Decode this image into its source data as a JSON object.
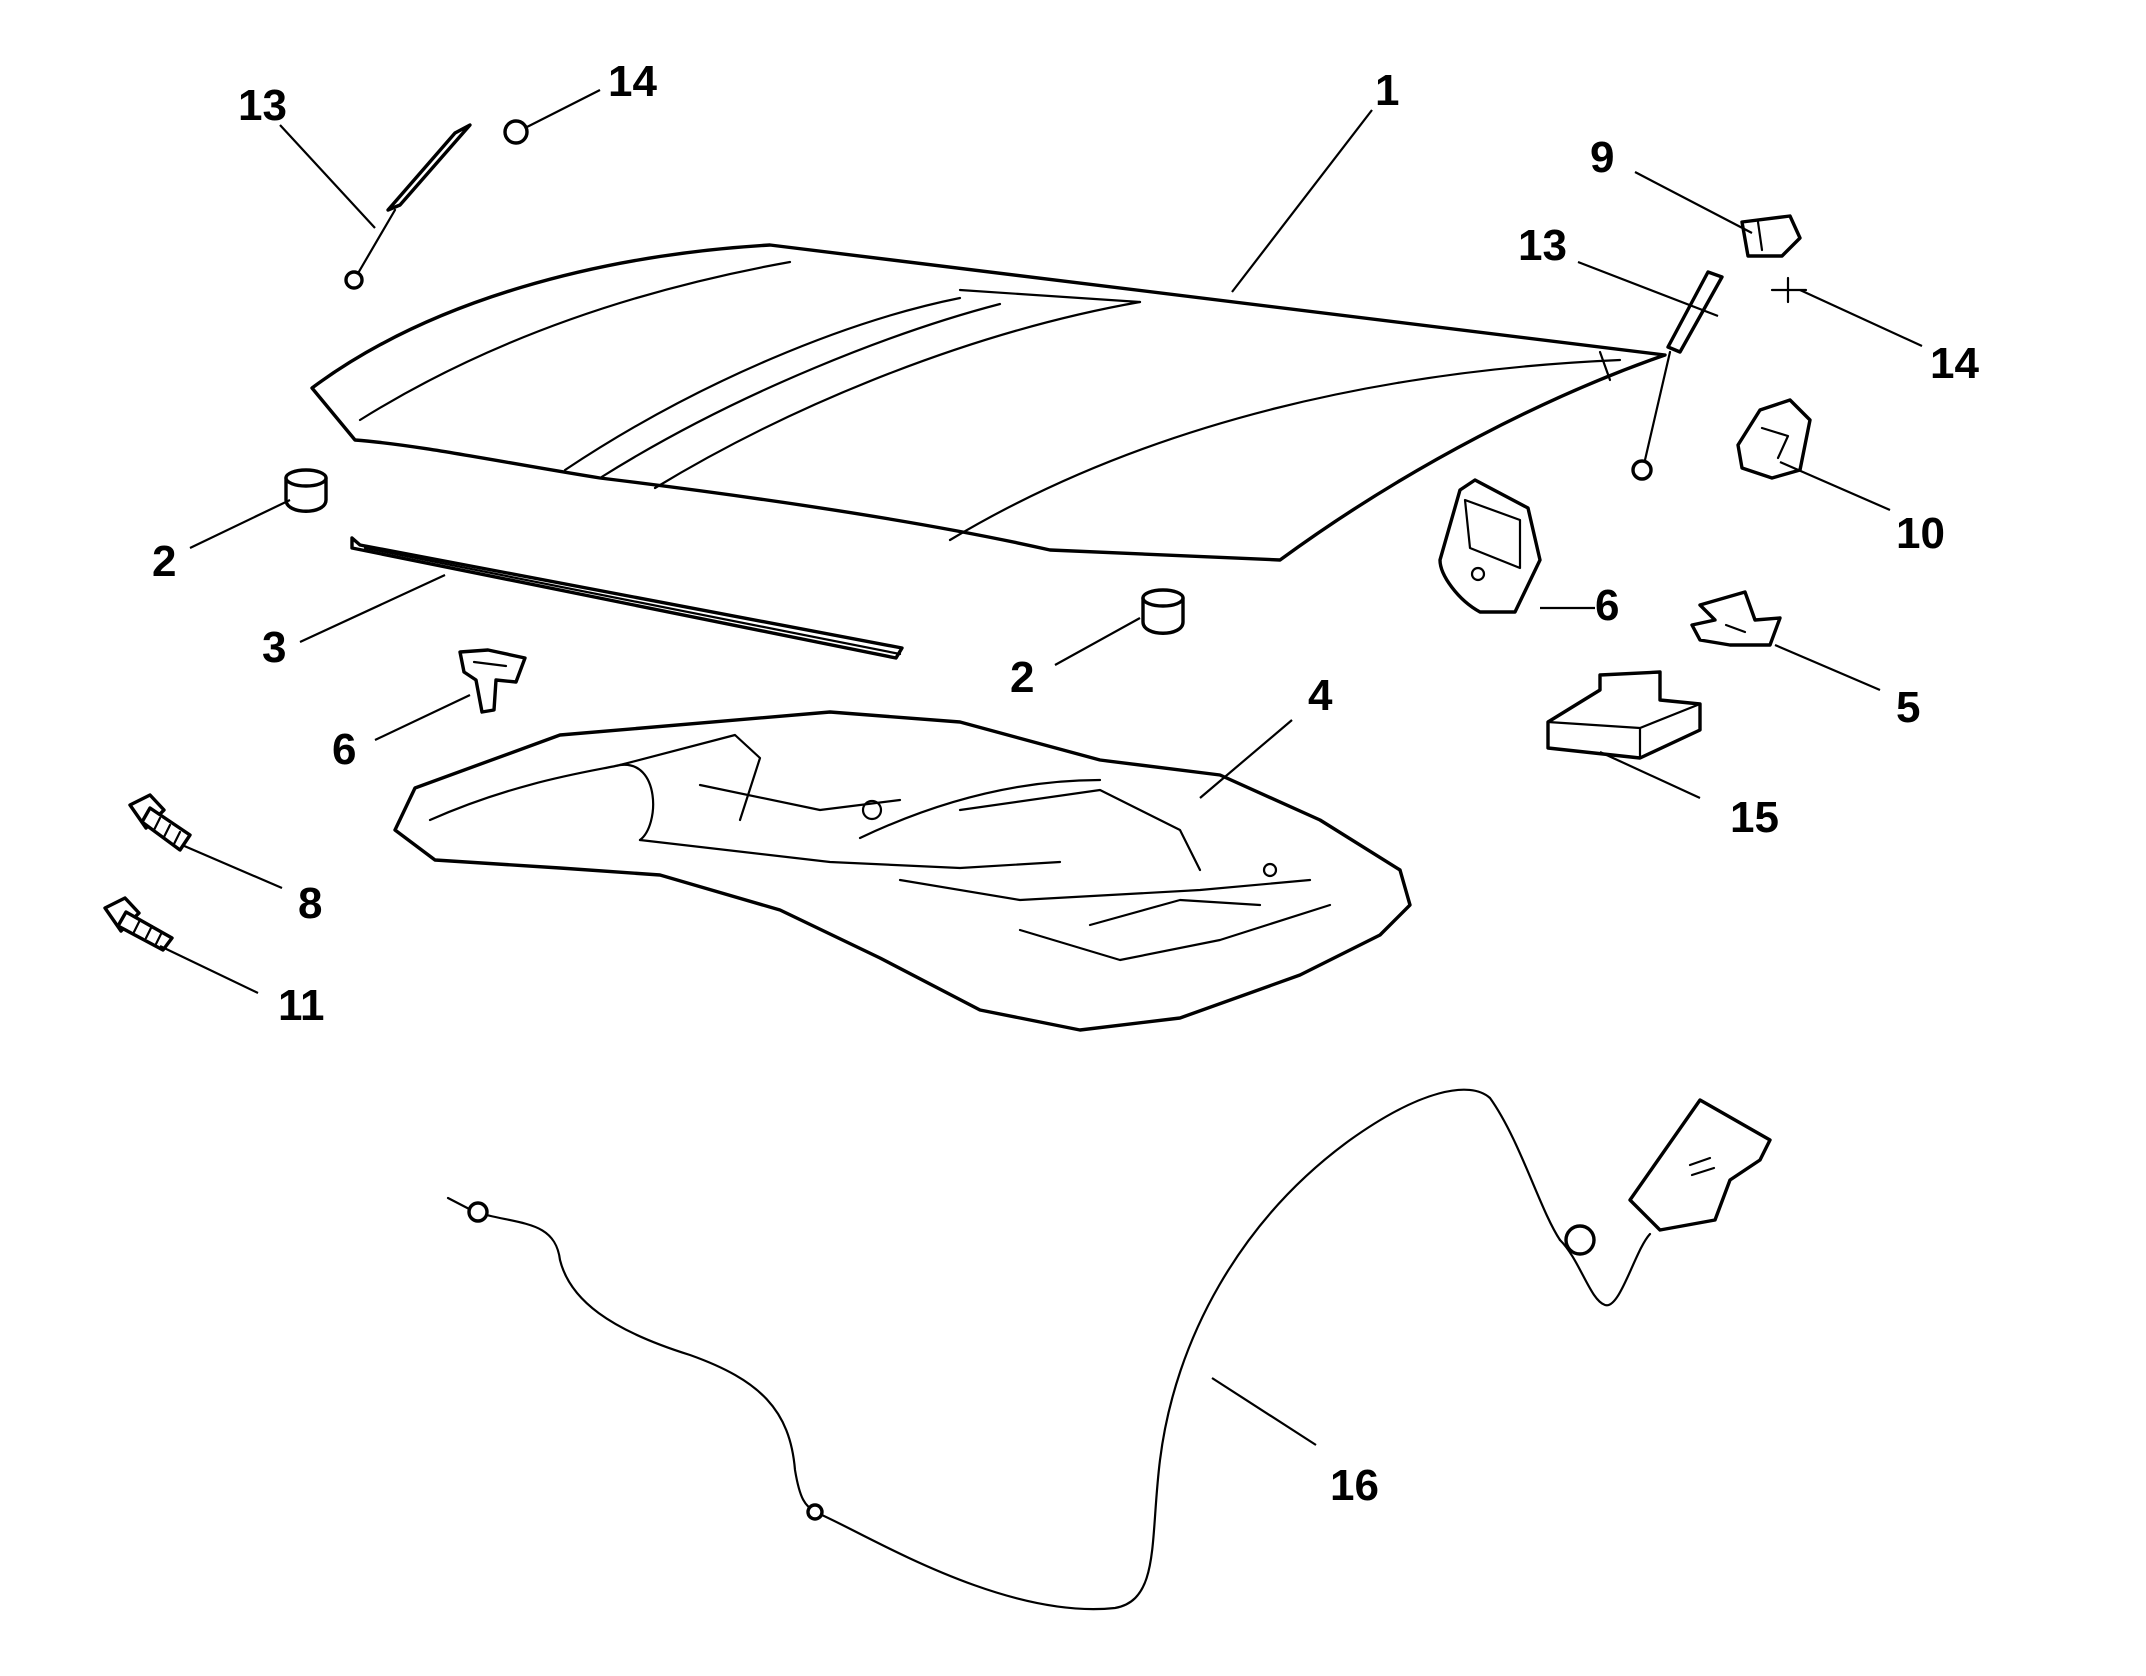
{
  "diagram": {
    "type": "exploded parts diagram",
    "subject": "hood assembly",
    "colors": {
      "line": "#000000",
      "background": "#ffffff"
    },
    "callouts": [
      "13",
      "14",
      "1",
      "9",
      "13",
      "14",
      "10",
      "2",
      "3",
      "2",
      "6",
      "6",
      "5",
      "4",
      "15",
      "8",
      "11",
      "16"
    ]
  }
}
